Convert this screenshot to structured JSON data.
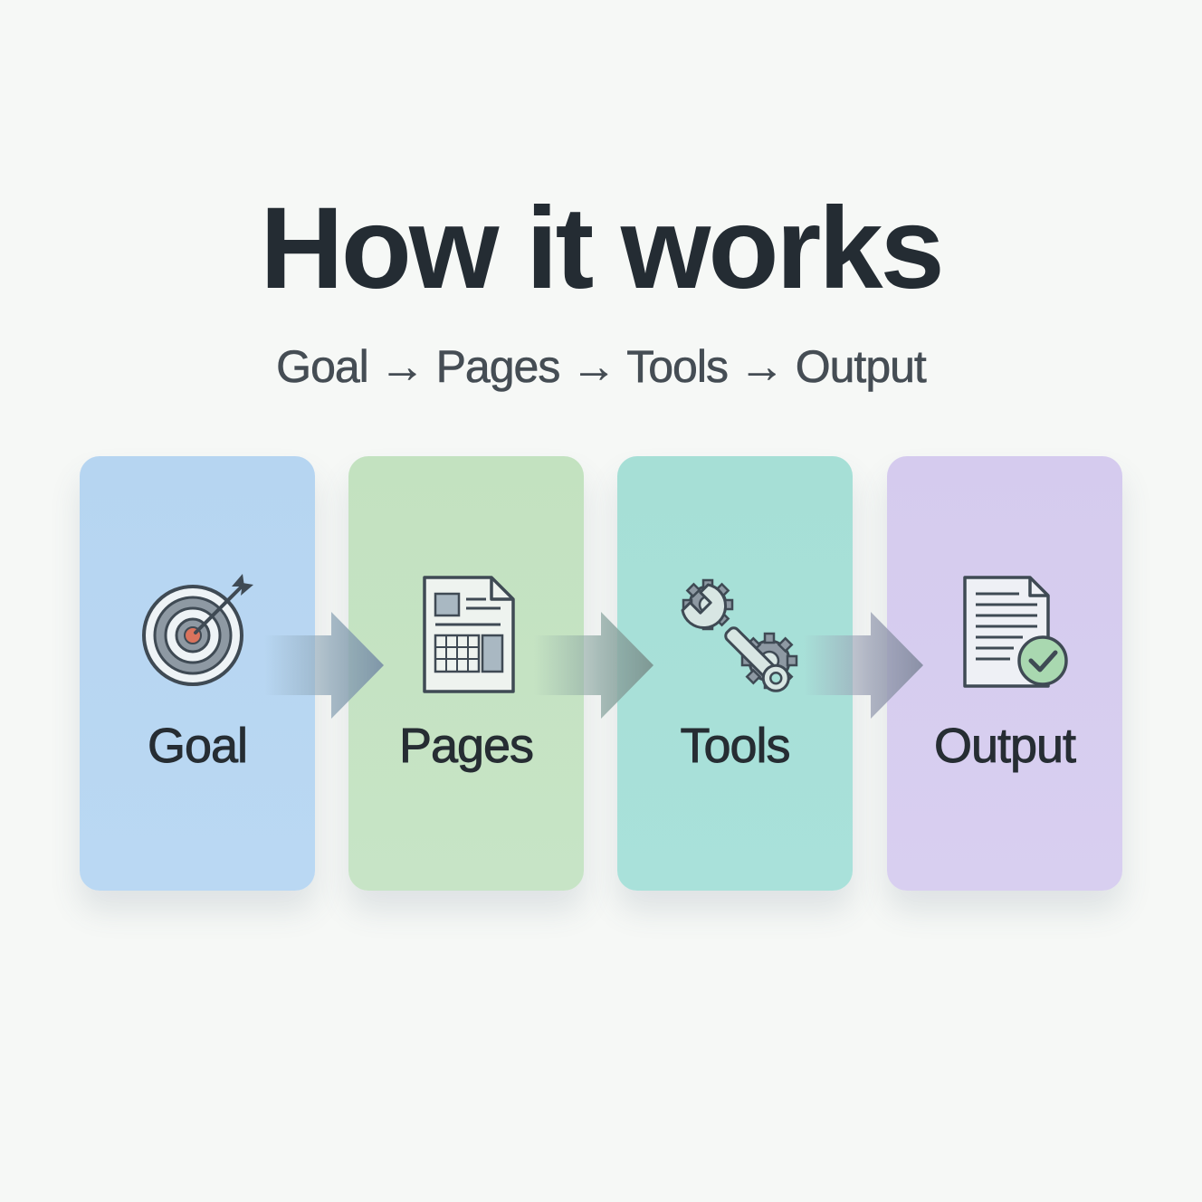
{
  "title": "How it works",
  "subtitle": "Goal → Pages → Tools → Output",
  "steps": [
    {
      "label": "Goal",
      "icon": "target-icon",
      "color": "#b8d7f2"
    },
    {
      "label": "Pages",
      "icon": "document-grid-icon",
      "color": "#c4e3c2"
    },
    {
      "label": "Tools",
      "icon": "wrench-gears-icon",
      "color": "#a8e0d8"
    },
    {
      "label": "Output",
      "icon": "document-check-icon",
      "color": "#d6ccef"
    }
  ]
}
